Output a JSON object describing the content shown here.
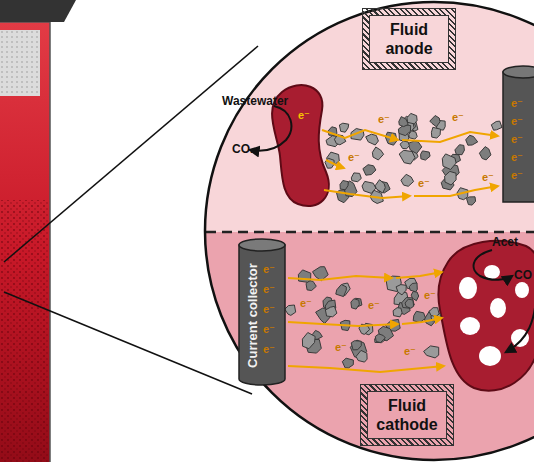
{
  "diagram": {
    "nodes": [
      {
        "text": [
          "Fluid anode"
        ]
      },
      {
        "text": [
          "Current collector"
        ]
      },
      {
        "text": [
          "Fluid cathode"
        ]
      }
    ],
    "labels": [
      "Wastewater",
      "CO₂",
      "e⁻",
      "e⁻",
      "e⁻",
      "e⁻",
      "e⁻",
      "e⁻",
      "e⁻",
      "e⁻",
      "e⁻",
      "e⁻",
      "e⁻",
      "Acet",
      "CO",
      "e⁻",
      "e⁻",
      "e⁻",
      "e⁻",
      "e⁻",
      "e⁻",
      "e⁻",
      "e⁻",
      "e⁻",
      "e⁻"
    ]
  }
}
